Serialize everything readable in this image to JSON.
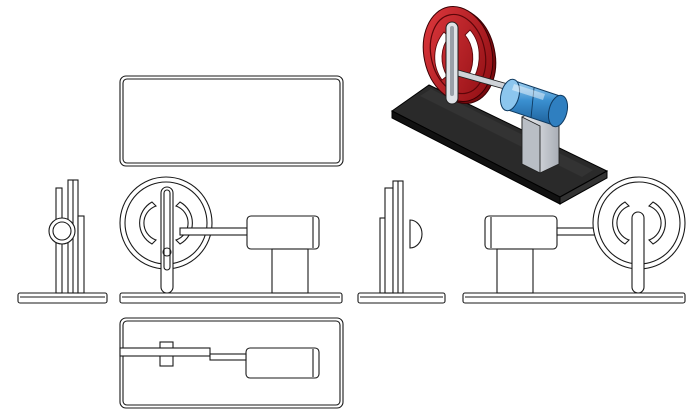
{
  "drawing": {
    "kind": "multiview-engineering-drawing",
    "views": [
      "top-view",
      "left-side-view",
      "front-view",
      "right-side-view",
      "back-view",
      "bottom-view",
      "isometric-view"
    ]
  },
  "colors": {
    "line": "#1a1a1a",
    "paper": "#ffffff",
    "flywheel_red": "#c8141c",
    "flywheel_dark": "#7a0a0e",
    "cylinder_blue": "#3a8fd0",
    "cylinder_light": "#8cc6ee",
    "base_black": "#1c1c1c",
    "metal_grey": "#c9cdd3"
  },
  "icons": {
    "flywheel": "spoked-flywheel",
    "cylinder": "engine-cylinder",
    "base": "base-plate"
  }
}
